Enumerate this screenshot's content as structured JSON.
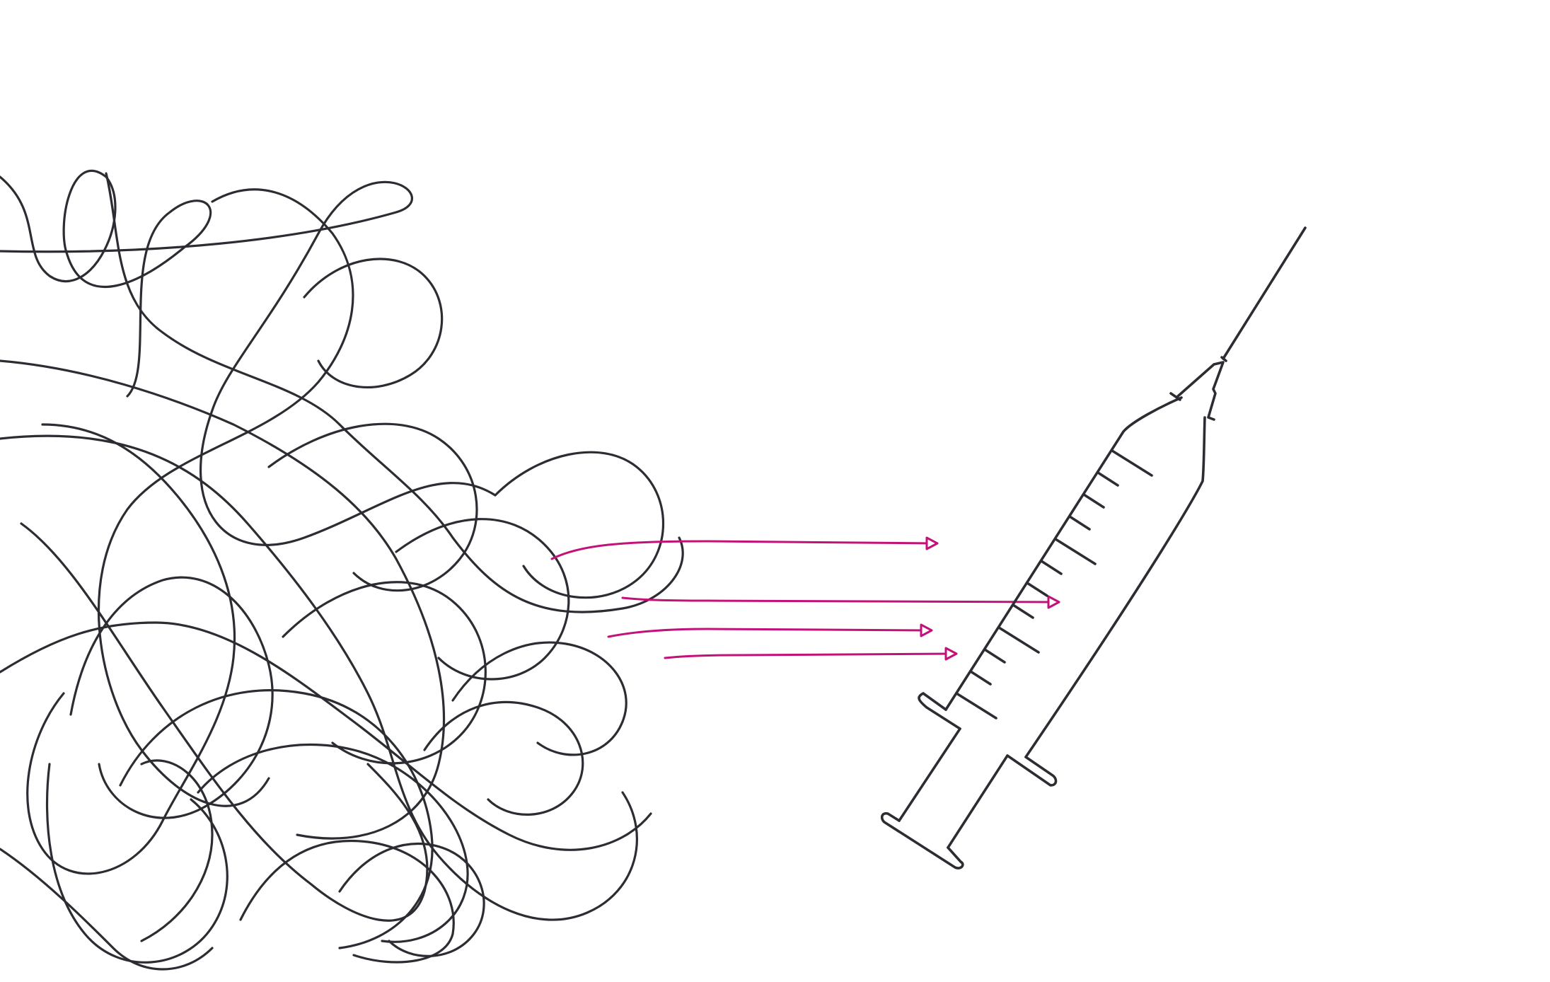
{
  "illustration": {
    "subject": "tangled-line-untangled-into-syringe",
    "colors": {
      "background": "#ffffff",
      "line": "#2b2d33",
      "accent": "#c2127a"
    },
    "icons": [
      "tangle-scribble",
      "straight-arrow-lines",
      "syringe-icon"
    ]
  }
}
